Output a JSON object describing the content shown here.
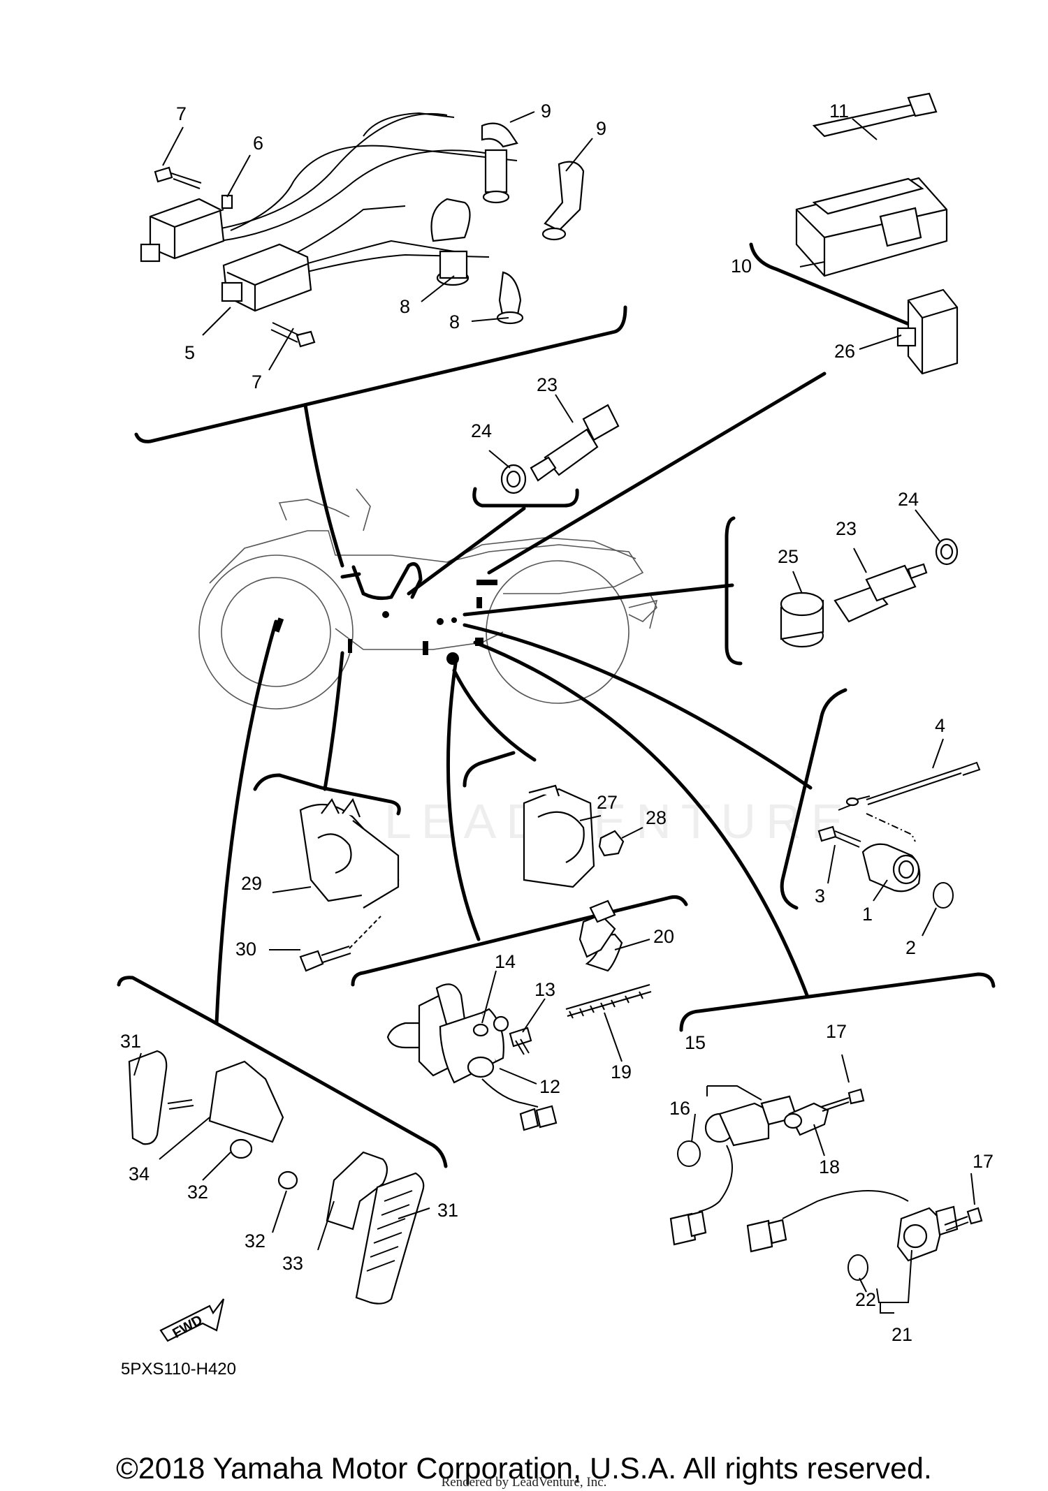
{
  "diagram": {
    "code": "5PXS110-H420",
    "watermark": "LEADVENTURE",
    "fwd_label": "FWD",
    "callouts": {
      "c1": "1",
      "c2": "2",
      "c3": "3",
      "c4": "4",
      "c5": "5",
      "c6": "6",
      "c7a": "7",
      "c7b": "7",
      "c8a": "8",
      "c8b": "8",
      "c9a": "9",
      "c9b": "9",
      "c10": "10",
      "c11": "11",
      "c12": "12",
      "c13": "13",
      "c14": "14",
      "c15": "15",
      "c16": "16",
      "c17a": "17",
      "c17b": "17",
      "c18": "18",
      "c19": "19",
      "c20": "20",
      "c21": "21",
      "c22": "22",
      "c23a": "23",
      "c23b": "23",
      "c24a": "24",
      "c24b": "24",
      "c25": "25",
      "c26": "26",
      "c27": "27",
      "c28": "28",
      "c29": "29",
      "c30": "30",
      "c31a": "31",
      "c31b": "31",
      "c32a": "32",
      "c32b": "32",
      "c33": "33",
      "c34": "34"
    }
  },
  "footer": {
    "copyright": "©2018 Yamaha Motor Corporation, U.S.A. All rights reserved.",
    "rendered_by": "Rendered by LeadVenture, Inc."
  }
}
